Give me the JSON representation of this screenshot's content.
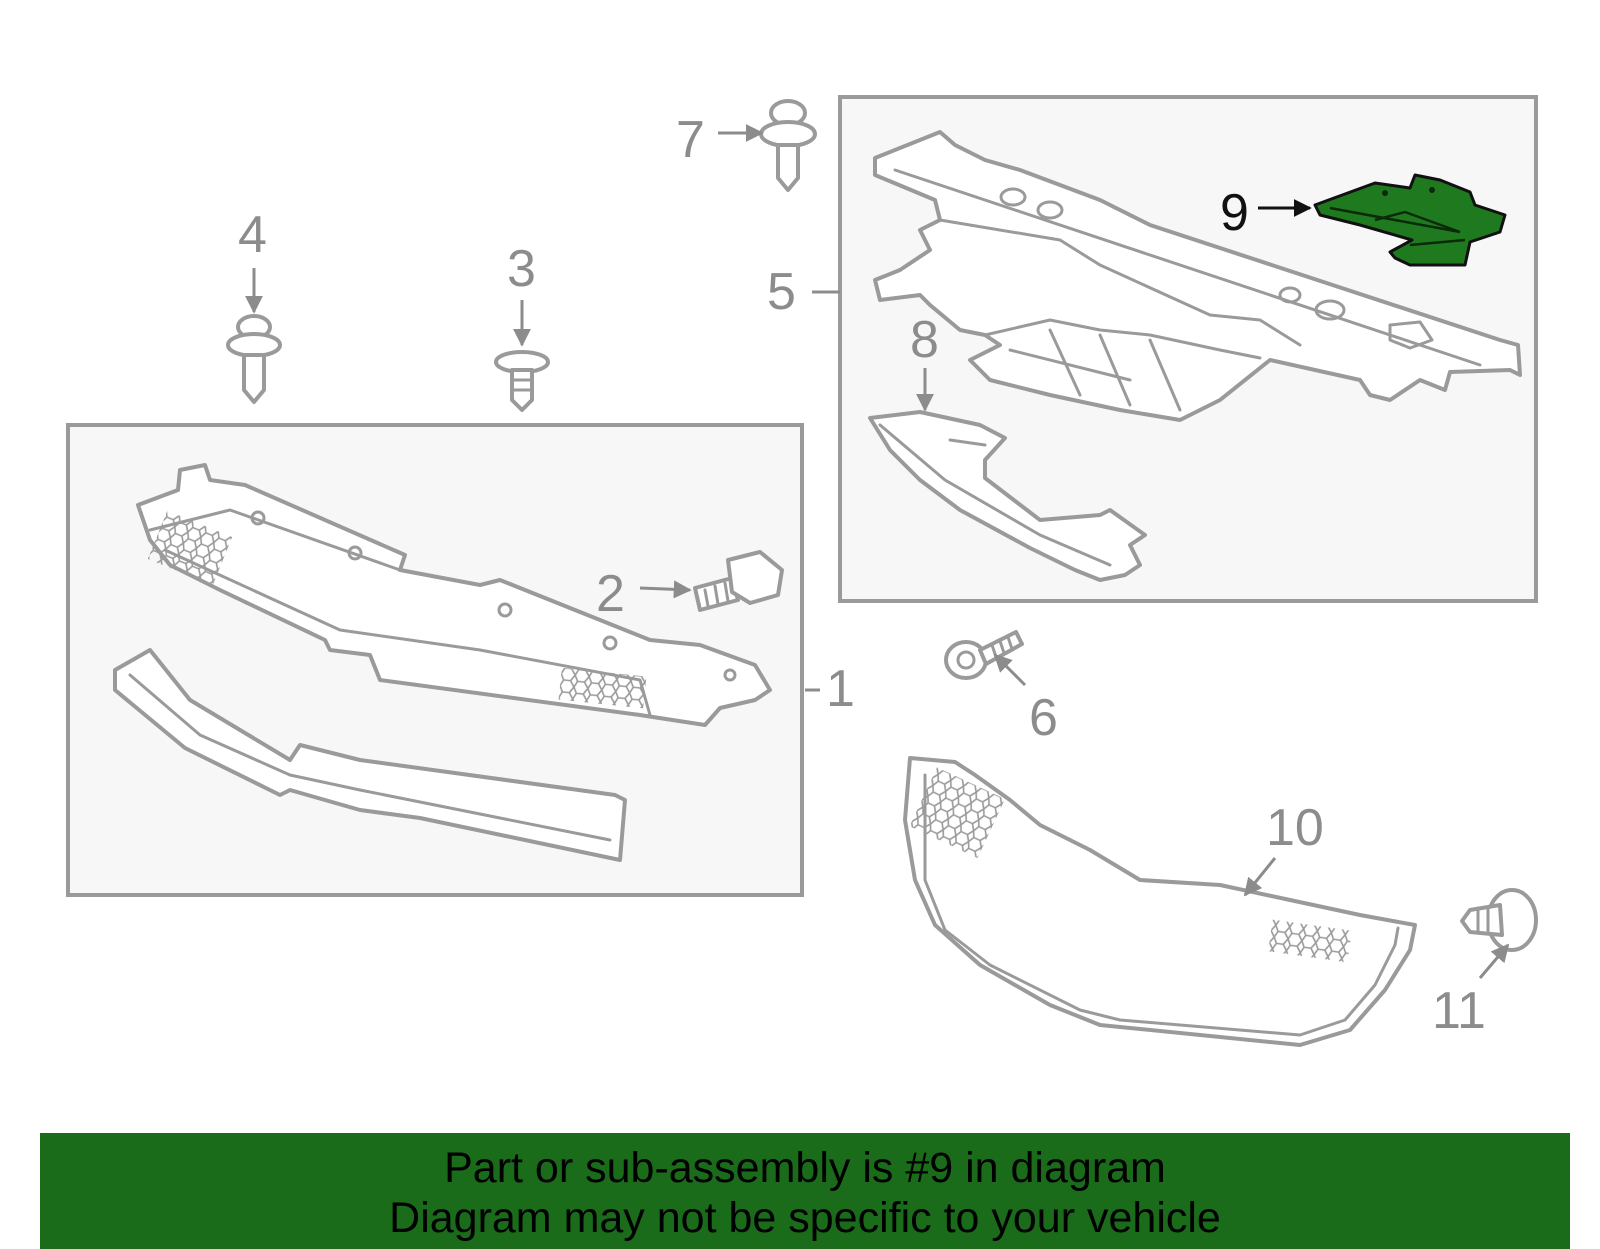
{
  "callouts": {
    "c1": "1",
    "c2": "2",
    "c3": "3",
    "c4": "4",
    "c5": "5",
    "c6": "6",
    "c7": "7",
    "c8": "8",
    "c9": "9",
    "c10": "10",
    "c11": "11"
  },
  "highlight_color": "#1f7a1f",
  "banner": {
    "line1": "Part or sub-assembly is #9 in diagram",
    "line2": "Diagram may not be specific to your vehicle",
    "background": "#1a6b1a"
  }
}
